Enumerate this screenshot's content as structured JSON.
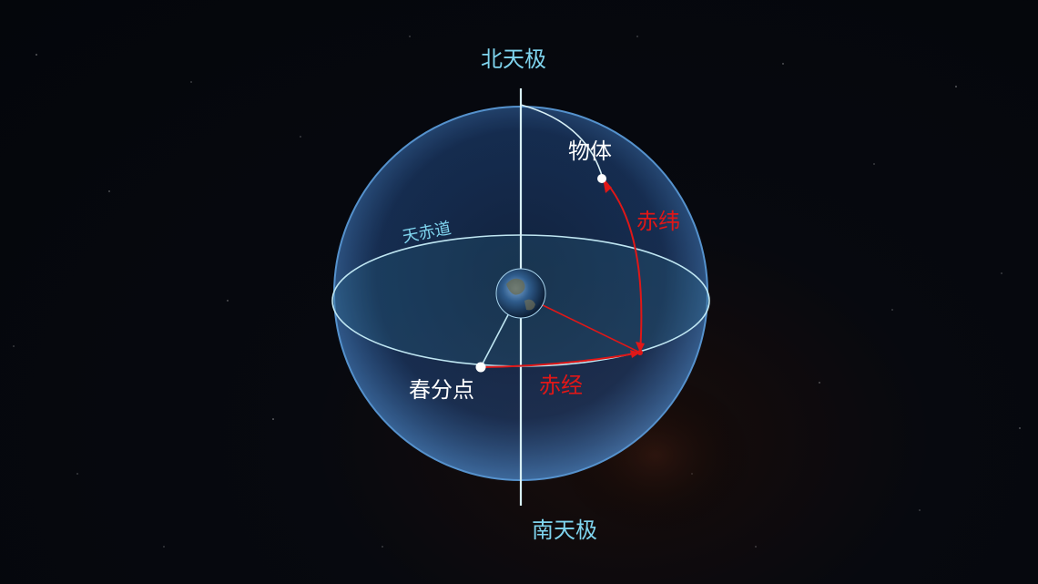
{
  "labels": {
    "north_pole": "北天极",
    "south_pole": "南天极",
    "celestial_equator": "天赤道",
    "object": "物体",
    "declination": "赤纬",
    "right_ascension": "赤经",
    "vernal_equinox": "春分点"
  },
  "colors": {
    "background": "#05070d",
    "sphere_edge": "#5a9ad8",
    "equator_line": "#bfe6f2",
    "axis": "#d8f0f6",
    "coordinate_red": "#e01717",
    "label_cyan": "#7fd4ee",
    "label_white": "#ffffff"
  }
}
